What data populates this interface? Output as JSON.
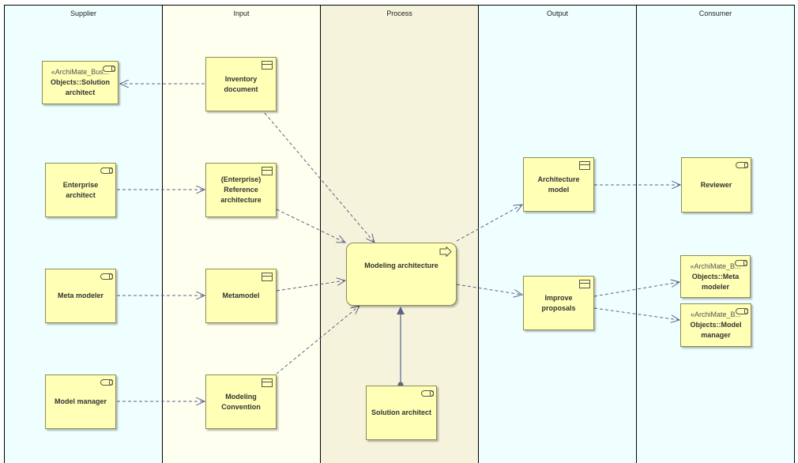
{
  "lanes": [
    {
      "title": "Supplier",
      "color": "#efffff"
    },
    {
      "title": "Input",
      "color": "#ffffef"
    },
    {
      "title": "Process",
      "color": "#f5f3dc"
    },
    {
      "title": "Output",
      "color": "#efffff"
    },
    {
      "title": "Consumer",
      "color": "#efffff"
    }
  ],
  "nodes": {
    "solution_architect_obj": {
      "stereotype": "«ArchiMate_Bus...",
      "label": "Objects::Solution architect",
      "icon": "role-icon"
    },
    "enterprise_architect": {
      "label": "Enterprise architect",
      "icon": "role-icon"
    },
    "meta_modeler": {
      "label": "Meta modeler",
      "icon": "role-icon"
    },
    "model_manager": {
      "label": "Model manager",
      "icon": "role-icon"
    },
    "inventory_document": {
      "label": "Inventory document",
      "icon": "business-object-icon"
    },
    "reference_architecture": {
      "label": "(Enterprise) Reference architecture",
      "icon": "business-object-icon"
    },
    "metamodel": {
      "label": "Metamodel",
      "icon": "business-object-icon"
    },
    "modeling_convention": {
      "label": "Modeling Convention",
      "icon": "business-object-icon"
    },
    "modeling_architecture": {
      "label": "Modeling architecture",
      "icon": "process-arrow-icon"
    },
    "solution_architect": {
      "label": "Solution architect",
      "icon": "role-icon"
    },
    "architecture_model": {
      "label": "Architecture model",
      "icon": "business-object-icon"
    },
    "improve_proposals": {
      "label": "Improve proposals",
      "icon": "business-object-icon"
    },
    "reviewer": {
      "label": "Reviewer",
      "icon": "role-icon"
    },
    "meta_modeler_obj": {
      "stereotype": "«ArchiMate_B...",
      "label": "Objects::Meta modeler",
      "icon": "role-icon"
    },
    "model_manager_obj": {
      "stereotype": "«ArchiMate_B...",
      "label": "Objects::Model manager",
      "icon": "role-icon"
    }
  },
  "colors": {
    "node_fill": "#ffffb5",
    "node_border": "#8c8c5a",
    "connector": "#5b6386"
  }
}
